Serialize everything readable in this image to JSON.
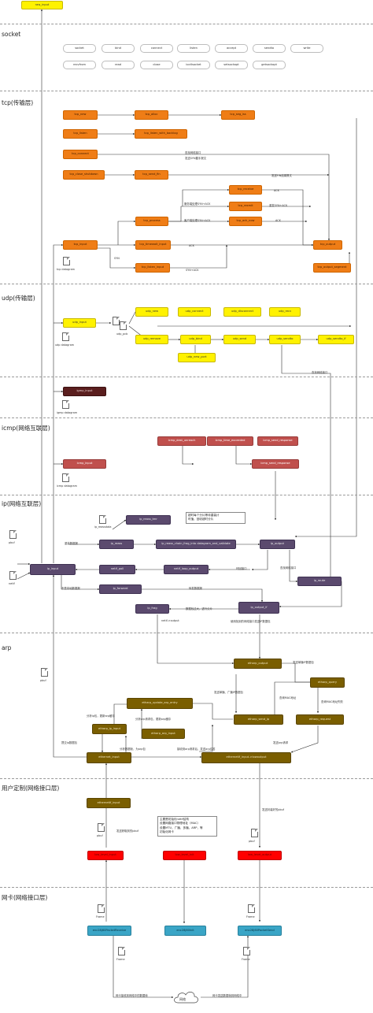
{
  "layers": {
    "socket": "socket",
    "tcp": "tcp(传输层)",
    "udp": "udp(传输层)",
    "icmp": "icmp(网络互联层)",
    "ip": "ip(网络互联层)",
    "arp": "arp",
    "user": "用户定制(网络接口层)",
    "nic": "网卡(网络接口层)"
  },
  "top": {
    "raw_input": "raw_input"
  },
  "socket_api": [
    [
      "socket",
      "bind",
      "connect",
      "listen",
      "accept",
      "sendto",
      "write"
    ],
    [
      "recvfrom",
      "read",
      "close",
      "ioctlsocket",
      "setsockopt",
      "getsockopt"
    ]
  ],
  "tcp": {
    "tcp_new": "tcp_new",
    "tcp_alloc": "tcp_alloc",
    "tcp_seg_iss": "tcp_seg_iss",
    "tcp_listen": "tcp_listen",
    "tcp_listen_with_backlog": "tcp_listen_with_backlog",
    "tcp_connect": "tcp_connect",
    "tcp_close_shutdown": "tcp_close_shutdown",
    "tcp_send_fin": "tcp_send_fin",
    "tcp_receive": "tcp_receive",
    "tcp_rexmit": "tcp_rexmit",
    "tcp_process": "tcp_process",
    "tcp_ack_now": "tcp_ack_now",
    "tcp_input": "tcp_input",
    "tcp_timewait_input": "tcp_timewait_input",
    "tcp_listen_input": "tcp_listen_input",
    "tcp_output": "tcp_output",
    "tcp_output_segment": "tcp_output_segment",
    "tcp_datagram": "tcp datagram"
  },
  "tcp_labels": {
    "l1": "查找网络接口",
    "l2": "发送SYN握手报文",
    "l3": "发送FIN结束报文",
    "l4": "ACK",
    "l5": "服务端处理SYN+ACK",
    "l6": "重发SYN+ACK",
    "l7": "客户端处理SYN+ACK",
    "l8": "ACK",
    "l9": "ACK",
    "l10": "SYN",
    "l11": "SYN+ACK"
  },
  "udp": {
    "udp_input": "udp_input",
    "udp_pcb": "udp_pcb",
    "udp_datagram": "udp datagram",
    "udp_new": "udp_new",
    "udp_connect": "udp_connect",
    "udp_disconnect": "udp_disconnect",
    "udp_recv": "udp_recv",
    "udp_remove": "udp_remove",
    "udp_bind": "udp_bind",
    "udp_send": "udp_send",
    "udp_sendto": "udp_sendto",
    "udp_sendto_if": "udp_sendto_if",
    "udp_new_port": "udp_new_port",
    "find_if": "查找网络接口"
  },
  "igmp": {
    "igmp_input": "igmp_input",
    "igmp_datagram": "igmp datagram"
  },
  "icmp": {
    "icmp_dest_unreach": "icmp_dest_unreach",
    "icmp_time_exceeded": "icmp_time_exceeded",
    "icmp_send_response": "icmp_send_response",
    "icmp_input": "icmp_input",
    "icmp_send_response2": "icmp_send_response",
    "icmp_datagram": "icmp datagram"
  },
  "ip": {
    "ip_reass_tmr": "ip_reass_tmr",
    "ip_reassdata": "ip_reassdata",
    "note": [
      "超时每个分片等待重装计",
      "时值，回收超时分片"
    ],
    "ip_reass": "ip_reass",
    "ip_reass_chain": "ip_reass_chain_frag_into datagram_and_validate",
    "ip_output": "ip_output",
    "pbuf": "pbuf",
    "ip_input": "ip_input",
    "netif_poll": "netif_poll",
    "netif_loop_output": "netif_loop_output",
    "ip_route": "ip_route",
    "netif": "netif",
    "ip_forward": "ip_forward",
    "ip_frag": "ip_frag",
    "ip_output_if": "ip_output_if",
    "l_reass": "重装数据报",
    "l_loop": "环回接口",
    "l_find": "查找网络接口",
    "l_notlocal": "不是本地数据报",
    "l_forward": "转发数据报",
    "l_toobig": "数据包过大，进行分片",
    "l_netif_out": "netif->output",
    "l_use": "使用找到的网络接口发送IP数据包"
  },
  "arp": {
    "etharp_output": "etharp_output",
    "etharp_query": "etharp_query",
    "etharp_update_arp_entry": "etharp_update_arp_entry",
    "etharp_ip_input": "etharp_ip_input",
    "etharp_send_ip": "etharp_send_ip",
    "etharp_request": "etharp_request",
    "etharp_arp_input": "etharp_arp_input",
    "ethernet_input": "ethernet_input",
    "ethernetif_input": "ethernetif_input->lowoutput",
    "pbuf": "pbuf",
    "l_sendip": "发送单播IP数据包",
    "l_bcast": "发送单播、广播IP数据包",
    "l_findmac": "查询MAC地址",
    "l_findmac_fail": "查询MAC地址失败",
    "l_ipupdate": "分析ip包，更新arp缓存",
    "l_arpupdate": "分析arp请求包，更新arp缓存",
    "l_submit": "提交ip数据包",
    "l_frame": "分析数据帧，为arp包",
    "l_reply": "接收到arp请求后，发送arp应答",
    "l_req": "发送arp请求"
  },
  "user": {
    "ethernetif_input": "ethernetif_input",
    "low_level_input": "low_level_input",
    "low_level_init": "low_level_init",
    "low_level_output": "low_level_output",
    "pbuf": "pbuf",
    "pbuf2": "pbuf",
    "l_recv": "发送获取到的pbuf",
    "l_send": "发送封装好的pbuf",
    "note": [
      "主要是初始化netif结构",
      "设置网路接口物理地址（MAC）",
      "设置MTU，广播、多播，ARP，等",
      "初始化网卡"
    ]
  },
  "nic": {
    "recv": "enc28j60PacketReceive",
    "init": "enc28j60Init",
    "send": "enc28j60PacketSend",
    "frame1": "Frame",
    "frame2": "Frame",
    "frame3": "Frame",
    "frame4": "Frame",
    "l_recv": "网卡接收到网络中的数据帧",
    "l_send": "网卡发送数据帧到网络中",
    "network": "网络"
  }
}
